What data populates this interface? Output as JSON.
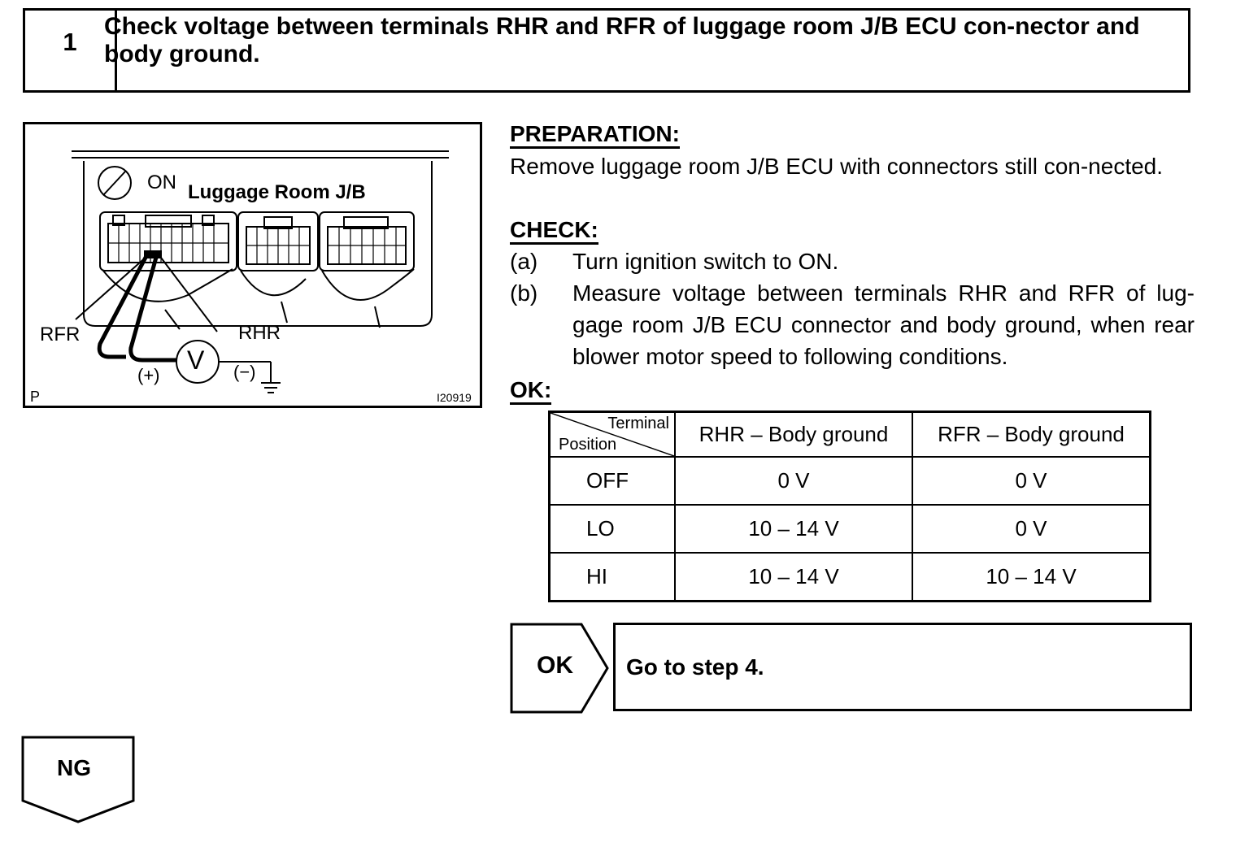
{
  "step": {
    "number": "1",
    "title": "Check voltage between terminals RHR and RFR of luggage room J/B ECU con-nector and body ground."
  },
  "figure": {
    "ignition_label": "ON",
    "component_label": "Luggage Room J/B",
    "terminal_left": "RFR",
    "terminal_right": "RHR",
    "meter_symbol": "V",
    "probe_positive": "(+)",
    "probe_negative": "(−)",
    "corner_code": "P",
    "figure_id": "I20919"
  },
  "preparation": {
    "heading": "PREPARATION:",
    "text": "Remove luggage room J/B ECU with connectors still con-nected."
  },
  "check": {
    "heading": "CHECK:",
    "items": [
      {
        "letter": "(a)",
        "text": "Turn ignition switch to ON."
      },
      {
        "letter": "(b)",
        "text": "Measure voltage between terminals RHR and RFR of lug-gage room J/B ECU connector and body ground, when rear blower motor speed to following conditions."
      }
    ]
  },
  "ok": {
    "heading": "OK:",
    "table": {
      "corner_top": "Terminal",
      "corner_bottom": "Position",
      "columns": [
        "RHR – Body ground",
        "RFR – Body ground"
      ],
      "rows": [
        {
          "position": "OFF",
          "rhr": "0 V",
          "rfr": "0 V"
        },
        {
          "position": "LO",
          "rhr": "10 – 14 V",
          "rfr": "0 V"
        },
        {
          "position": "HI",
          "rhr": "10 – 14 V",
          "rfr": "10 – 14 V"
        }
      ]
    }
  },
  "results": {
    "ok_label": "OK",
    "ok_action": "Go to step 4.",
    "ng_label": "NG"
  }
}
